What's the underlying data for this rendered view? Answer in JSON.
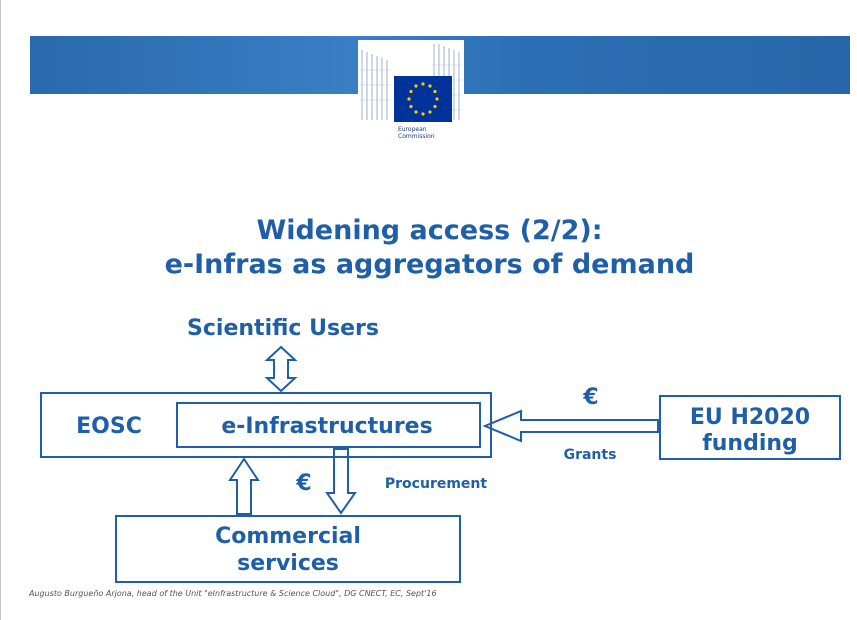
{
  "logo": {
    "name": "European Commission logo",
    "text_line1": "European",
    "text_line2": "Commission",
    "flag_color": "#003399",
    "star_color": "#ffcc00"
  },
  "banner": {
    "color": "#2d6fb5"
  },
  "title": {
    "line1": "Widening access (2/2):",
    "line2": "e-Infras as aggregators of demand",
    "color": "#1f5fa8"
  },
  "diagram": {
    "color": "#1f5fa8",
    "nodes": {
      "scientific_users": "Scientific Users",
      "eosc": "EOSC",
      "e_infrastructures": "e-Infrastructures",
      "eu_funding_line1": "EU H2020",
      "eu_funding_line2": "funding",
      "commercial_line1": "Commercial",
      "commercial_line2": "services"
    },
    "edge_labels": {
      "euro_top": "€",
      "grants": "Grants",
      "euro_bottom": "€",
      "procurement": "Procurement"
    }
  },
  "footer": {
    "text": "Augusto Burgueño Arjona, head of the Unit \"eInfrastructure & Science Cloud\", DG CNECT, EC, Sept'16"
  }
}
